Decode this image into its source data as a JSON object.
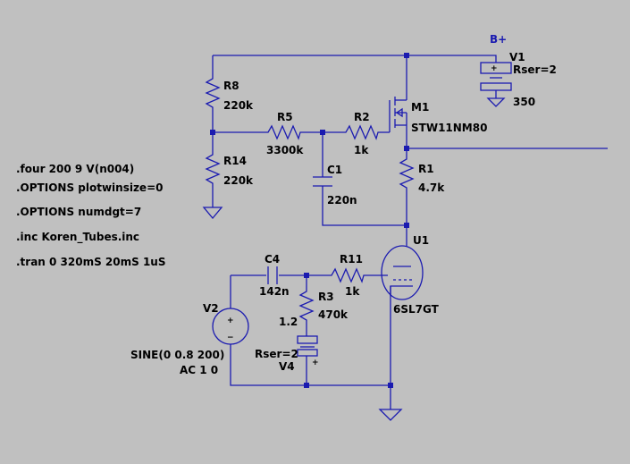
{
  "net_label": "B+",
  "components": {
    "V1": {
      "ref": "V1",
      "param": "Rser=2",
      "value": "350"
    },
    "M1": {
      "ref": "M1",
      "value": "STW11NM80"
    },
    "R8": {
      "ref": "R8",
      "value": "220k"
    },
    "R14": {
      "ref": "R14",
      "value": "220k"
    },
    "R5": {
      "ref": "R5",
      "value": "3300k"
    },
    "R2": {
      "ref": "R2",
      "value": "1k"
    },
    "C1": {
      "ref": "C1",
      "value": "220n"
    },
    "R1": {
      "ref": "R1",
      "value": "4.7k"
    },
    "U1": {
      "ref": "U1",
      "value": "6SL7GT"
    },
    "C4": {
      "ref": "C4",
      "value": "142n"
    },
    "R11": {
      "ref": "R11",
      "value": "1k"
    },
    "R3": {
      "ref": "R3",
      "value": "470k"
    },
    "V4": {
      "ref": "V4",
      "param": "Rser=2",
      "value": "1.2"
    },
    "V2": {
      "ref": "V2",
      "value1": "SINE(0 0.8 200)",
      "value2": "AC 1 0"
    }
  },
  "polarity": {
    "plus": "+",
    "minus": "−"
  },
  "directives": [
    ".four 200 9 V(n004)",
    ".OPTIONS plotwinsize=0",
    ".OPTIONS numdgt=7",
    ".inc Koren_Tubes.inc",
    ".tran 0 320mS 20mS 1uS"
  ]
}
